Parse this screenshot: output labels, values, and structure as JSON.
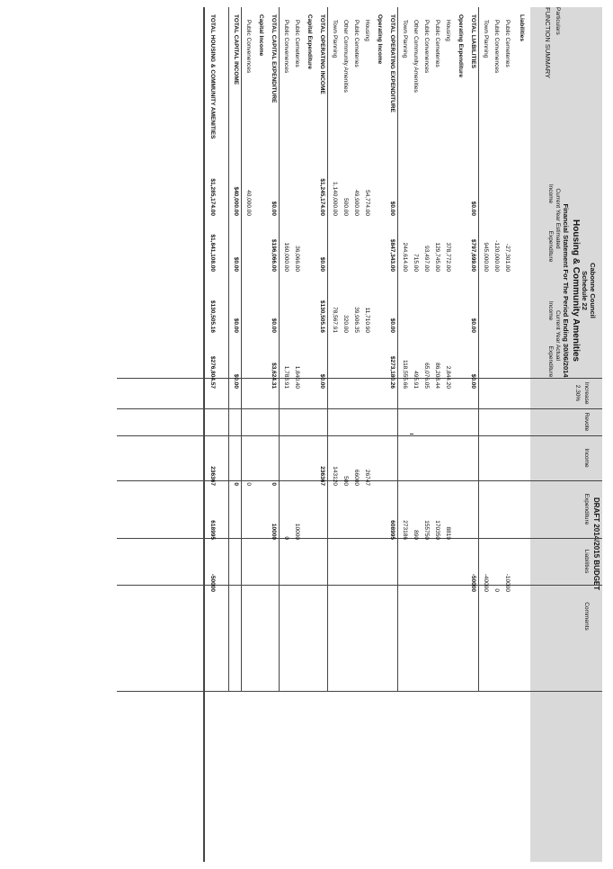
{
  "header": {
    "council": "Cabonne Council",
    "schedule": "Schedule 22",
    "title": "Housing & Community Amenities",
    "subtitle": "Financial Statement For The Period Ending 30/06/2014",
    "draft_title": "DRAFT 2014/2015 BUDGET"
  },
  "columns": {
    "particulars": "Particulars",
    "current_year_estimated": "Current Year Estimated",
    "current_year_actual": "Current Year Actual",
    "income": "Income",
    "expenditure": "Expenditure",
    "increase": "Increase",
    "revote": "Revote",
    "liabilities": "Liabilities",
    "comments": "Comments",
    "increase_value": "2.30%"
  },
  "section_title": "FUNCTION SUMMARY",
  "rows": [
    {
      "label": "Liabilities",
      "style": "bold",
      "est_inc": "",
      "est_exp": "",
      "act_inc": "",
      "act_exp": "",
      "inc": "",
      "exp": "",
      "liab": ""
    },
    {
      "label": "Public Cemeteries",
      "style": "",
      "est_inc": "",
      "est_exp": "-27,301.00",
      "act_inc": "",
      "act_exp": "",
      "inc": "",
      "exp": "",
      "liab": "-10000"
    },
    {
      "label": "Public Convenences",
      "style": "",
      "est_inc": "",
      "est_exp": "-120,000.00",
      "act_inc": "",
      "act_exp": "",
      "inc": "",
      "exp": "",
      "liab": "0"
    },
    {
      "label": "Town Planning",
      "style": "",
      "est_inc": "",
      "est_exp": "945,000.00",
      "act_inc": "",
      "act_exp": "",
      "inc": "",
      "exp": "",
      "liab": "-40000"
    },
    {
      "label": "TOTAL LIABILITIES",
      "style": "bold",
      "est_inc": "$0.00",
      "est_exp": "$797,699.00",
      "act_inc": "$0.00",
      "act_exp": "$0.00",
      "inc": "",
      "exp": "",
      "liab": "-50000"
    },
    {
      "label": "Operating Expenditure",
      "style": "bold",
      "est_inc": "",
      "est_exp": "",
      "act_inc": "",
      "act_exp": "",
      "inc": "",
      "exp": "",
      "liab": ""
    },
    {
      "label": "Housing",
      "style": "",
      "est_inc": "",
      "est_exp": "378,772.00",
      "act_inc": "",
      "act_exp": "2,844.20",
      "inc": "",
      "exp": "8819",
      "liab": ""
    },
    {
      "label": "Public Cemeteries",
      "style": "",
      "est_inc": "",
      "est_exp": "129,745.00",
      "act_inc": "",
      "act_exp": "86,208.44",
      "inc": "",
      "exp": "170350",
      "liab": ""
    },
    {
      "label": "Public Convenences",
      "style": "",
      "est_inc": "",
      "est_exp": "93,497.00",
      "act_inc": "",
      "act_exp": "65,076.05",
      "inc": "",
      "exp": "155750",
      "liab": ""
    },
    {
      "label": "Other Community Amenities",
      "style": "",
      "est_inc": "",
      "est_exp": "715.00",
      "act_inc": "",
      "act_exp": "495.91",
      "inc": "",
      "exp": "890",
      "liab": ""
    },
    {
      "label": "Town Planning",
      "style": "",
      "est_inc": "",
      "est_exp": "244,614.00",
      "act_inc": "",
      "act_exp": "118,555.66",
      "inc": "",
      "exp": "273186",
      "liab": ""
    },
    {
      "label": "TOTAL OPERATING EXPENDITURE",
      "style": "bold",
      "est_inc": "$0.00",
      "est_exp": "$847,343.00",
      "act_inc": "$0.00",
      "act_exp": "$273,180.26",
      "inc": "",
      "exp": "608995",
      "liab": ""
    },
    {
      "label": "Operating Income",
      "style": "bold",
      "est_inc": "",
      "est_exp": "",
      "act_inc": "",
      "act_exp": "",
      "inc": "",
      "exp": "",
      "liab": ""
    },
    {
      "label": "Housing",
      "style": "",
      "est_inc": "54,774.00",
      "est_exp": "",
      "act_inc": "11,710.90",
      "act_exp": "",
      "inc": "26747",
      "exp": "",
      "liab": ""
    },
    {
      "label": "Public Cemeteries",
      "style": "",
      "est_inc": "49,900.00",
      "est_exp": "",
      "act_inc": "39,906.35",
      "act_exp": "",
      "inc": "66000",
      "exp": "",
      "liab": ""
    },
    {
      "label": "Other Community Amenities",
      "style": "",
      "est_inc": "500.00",
      "est_exp": "",
      "act_inc": "320.00",
      "act_exp": "",
      "inc": "500",
      "exp": "",
      "liab": ""
    },
    {
      "label": "Town Planning",
      "style": "",
      "est_inc": "1,140,000.00",
      "est_exp": "",
      "act_inc": "78,567.91",
      "act_exp": "",
      "inc": "143120",
      "exp": "",
      "liab": ""
    },
    {
      "label": "TOTAL OPERATING INCOME",
      "style": "bold",
      "est_inc": "$1,245,174.00",
      "est_exp": "$0.00",
      "act_inc": "$130,505.16",
      "act_exp": "$0.00",
      "inc": "236367",
      "exp": "",
      "liab": ""
    },
    {
      "label": "Capital Expenditure",
      "style": "bold",
      "est_inc": "",
      "est_exp": "",
      "act_inc": "",
      "act_exp": "",
      "inc": "",
      "exp": "",
      "liab": ""
    },
    {
      "label": "Public Cemeteries",
      "style": "",
      "est_inc": "",
      "est_exp": "36,066.00",
      "act_inc": "",
      "act_exp": "1,840.40",
      "inc": "",
      "exp": "10000",
      "liab": ""
    },
    {
      "label": "Public Convenences",
      "style": "",
      "est_inc": "",
      "est_exp": "160,000.00",
      "act_inc": "",
      "act_exp": "1,783.91",
      "inc": "",
      "exp": "0",
      "liab": ""
    },
    {
      "label": "TOTAL CAPITAL EXPENDITURE",
      "style": "bold",
      "est_inc": "$0.00",
      "est_exp": "$196,066.00",
      "act_inc": "$0.00",
      "act_exp": "$3,624.31",
      "inc": "0",
      "exp": "10000",
      "liab": ""
    },
    {
      "label": "Capital Income",
      "style": "bold",
      "est_inc": "",
      "est_exp": "",
      "act_inc": "",
      "act_exp": "",
      "inc": "",
      "exp": "",
      "liab": ""
    },
    {
      "label": "Public Convenences",
      "style": "",
      "est_inc": "40,000.00",
      "est_exp": "",
      "act_inc": "",
      "act_exp": "",
      "inc": "0",
      "exp": "",
      "liab": ""
    },
    {
      "label": "TOTAL CAPITAL INCOME",
      "style": "bold",
      "est_inc": "$40,000.00",
      "est_exp": "$0.00",
      "act_inc": "$0.00",
      "act_exp": "$0.00",
      "inc": "0",
      "exp": "",
      "liab": ""
    },
    {
      "label": "TOTAL HOUSING & COMMUNITY AMENITIES",
      "style": "bold",
      "est_inc": "$1,285,174.00",
      "est_exp": "$1,841,108.00",
      "act_inc": "$130,505.16",
      "act_exp": "$276,804.57",
      "inc": "236367",
      "exp": "618995",
      "liab": "-50000"
    }
  ]
}
